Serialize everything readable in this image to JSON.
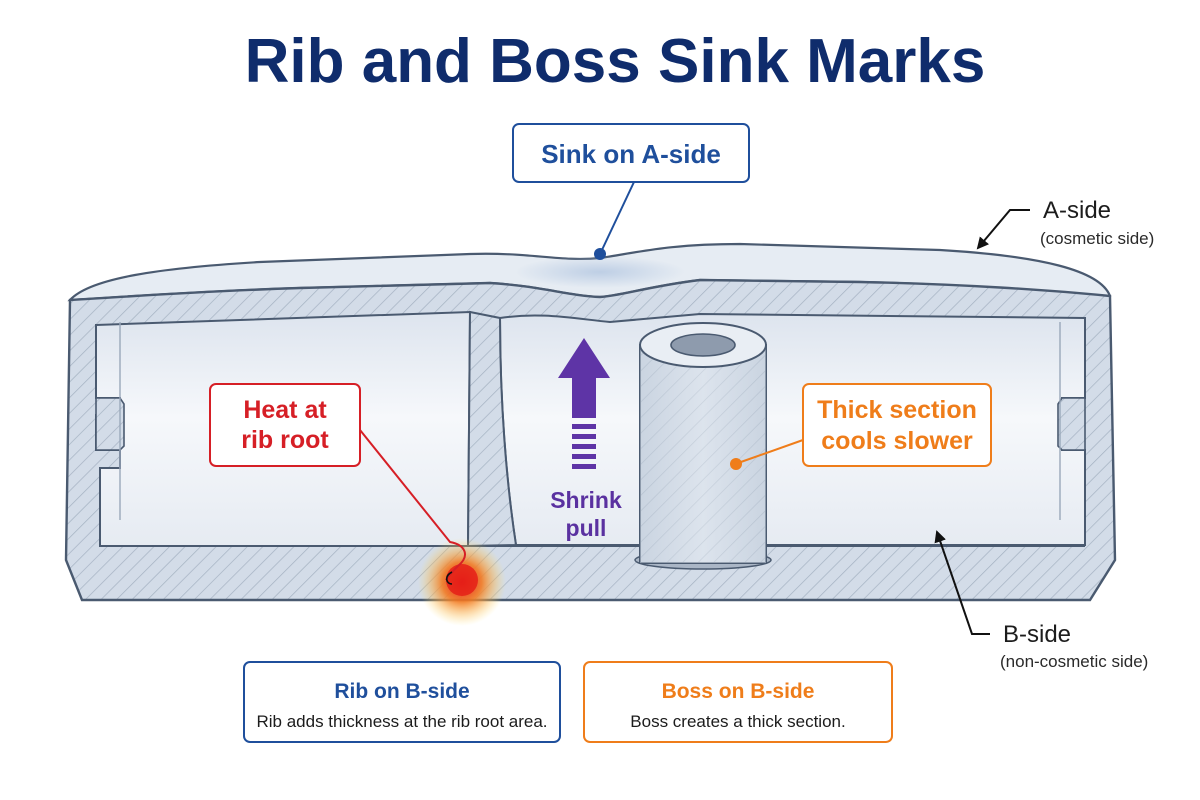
{
  "title": "Rib and Boss Sink Marks",
  "callouts": {
    "sink": "Sink on A-side",
    "heat_line1": "Heat at",
    "heat_line2": "rib root",
    "thick_line1": "Thick section",
    "thick_line2": "cools slower",
    "shrink_line1": "Shrink",
    "shrink_line2": "pull"
  },
  "sides": {
    "a_side": "A-side",
    "a_side_sub": "(cosmetic side)",
    "b_side": "B-side",
    "b_side_sub": "(non-cosmetic side)"
  },
  "legend": {
    "rib_title": "Rib on B-side",
    "rib_desc": "Rib adds thickness at the rib root area.",
    "boss_title": "Boss on B-side",
    "boss_desc": "Boss creates a thick section."
  },
  "colors": {
    "title": "#0f2c6c",
    "blue": "#1f4f9c",
    "red": "#d61f26",
    "orange": "#ef7d1a",
    "purple": "#5a31a0",
    "part": "#d4dde8",
    "outline": "#4a5a70"
  }
}
